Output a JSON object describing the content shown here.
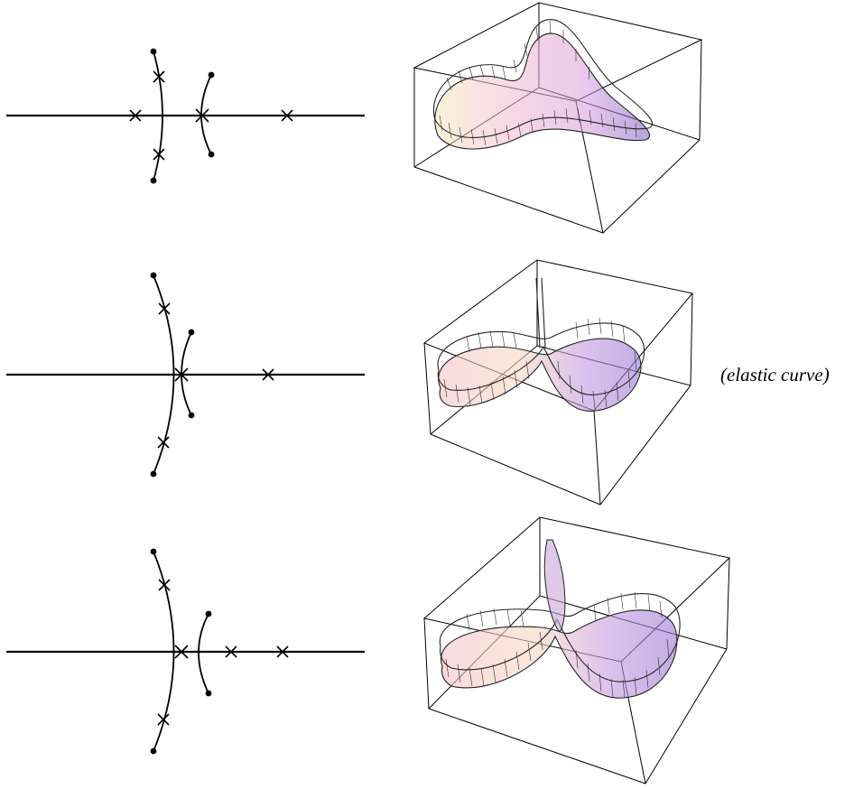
{
  "figure": {
    "caption": "(elastic curve)",
    "colors": {
      "ribbon_pink": "#f4b8cf",
      "ribbon_cream": "#f6e6b6",
      "ribbon_violet": "#b28be0",
      "ribbon_dark_violet": "#6b54b8",
      "lines": "#000000"
    },
    "marker_names": {
      "pole": "x-marker",
      "endpoint": "dot-marker"
    }
  }
}
